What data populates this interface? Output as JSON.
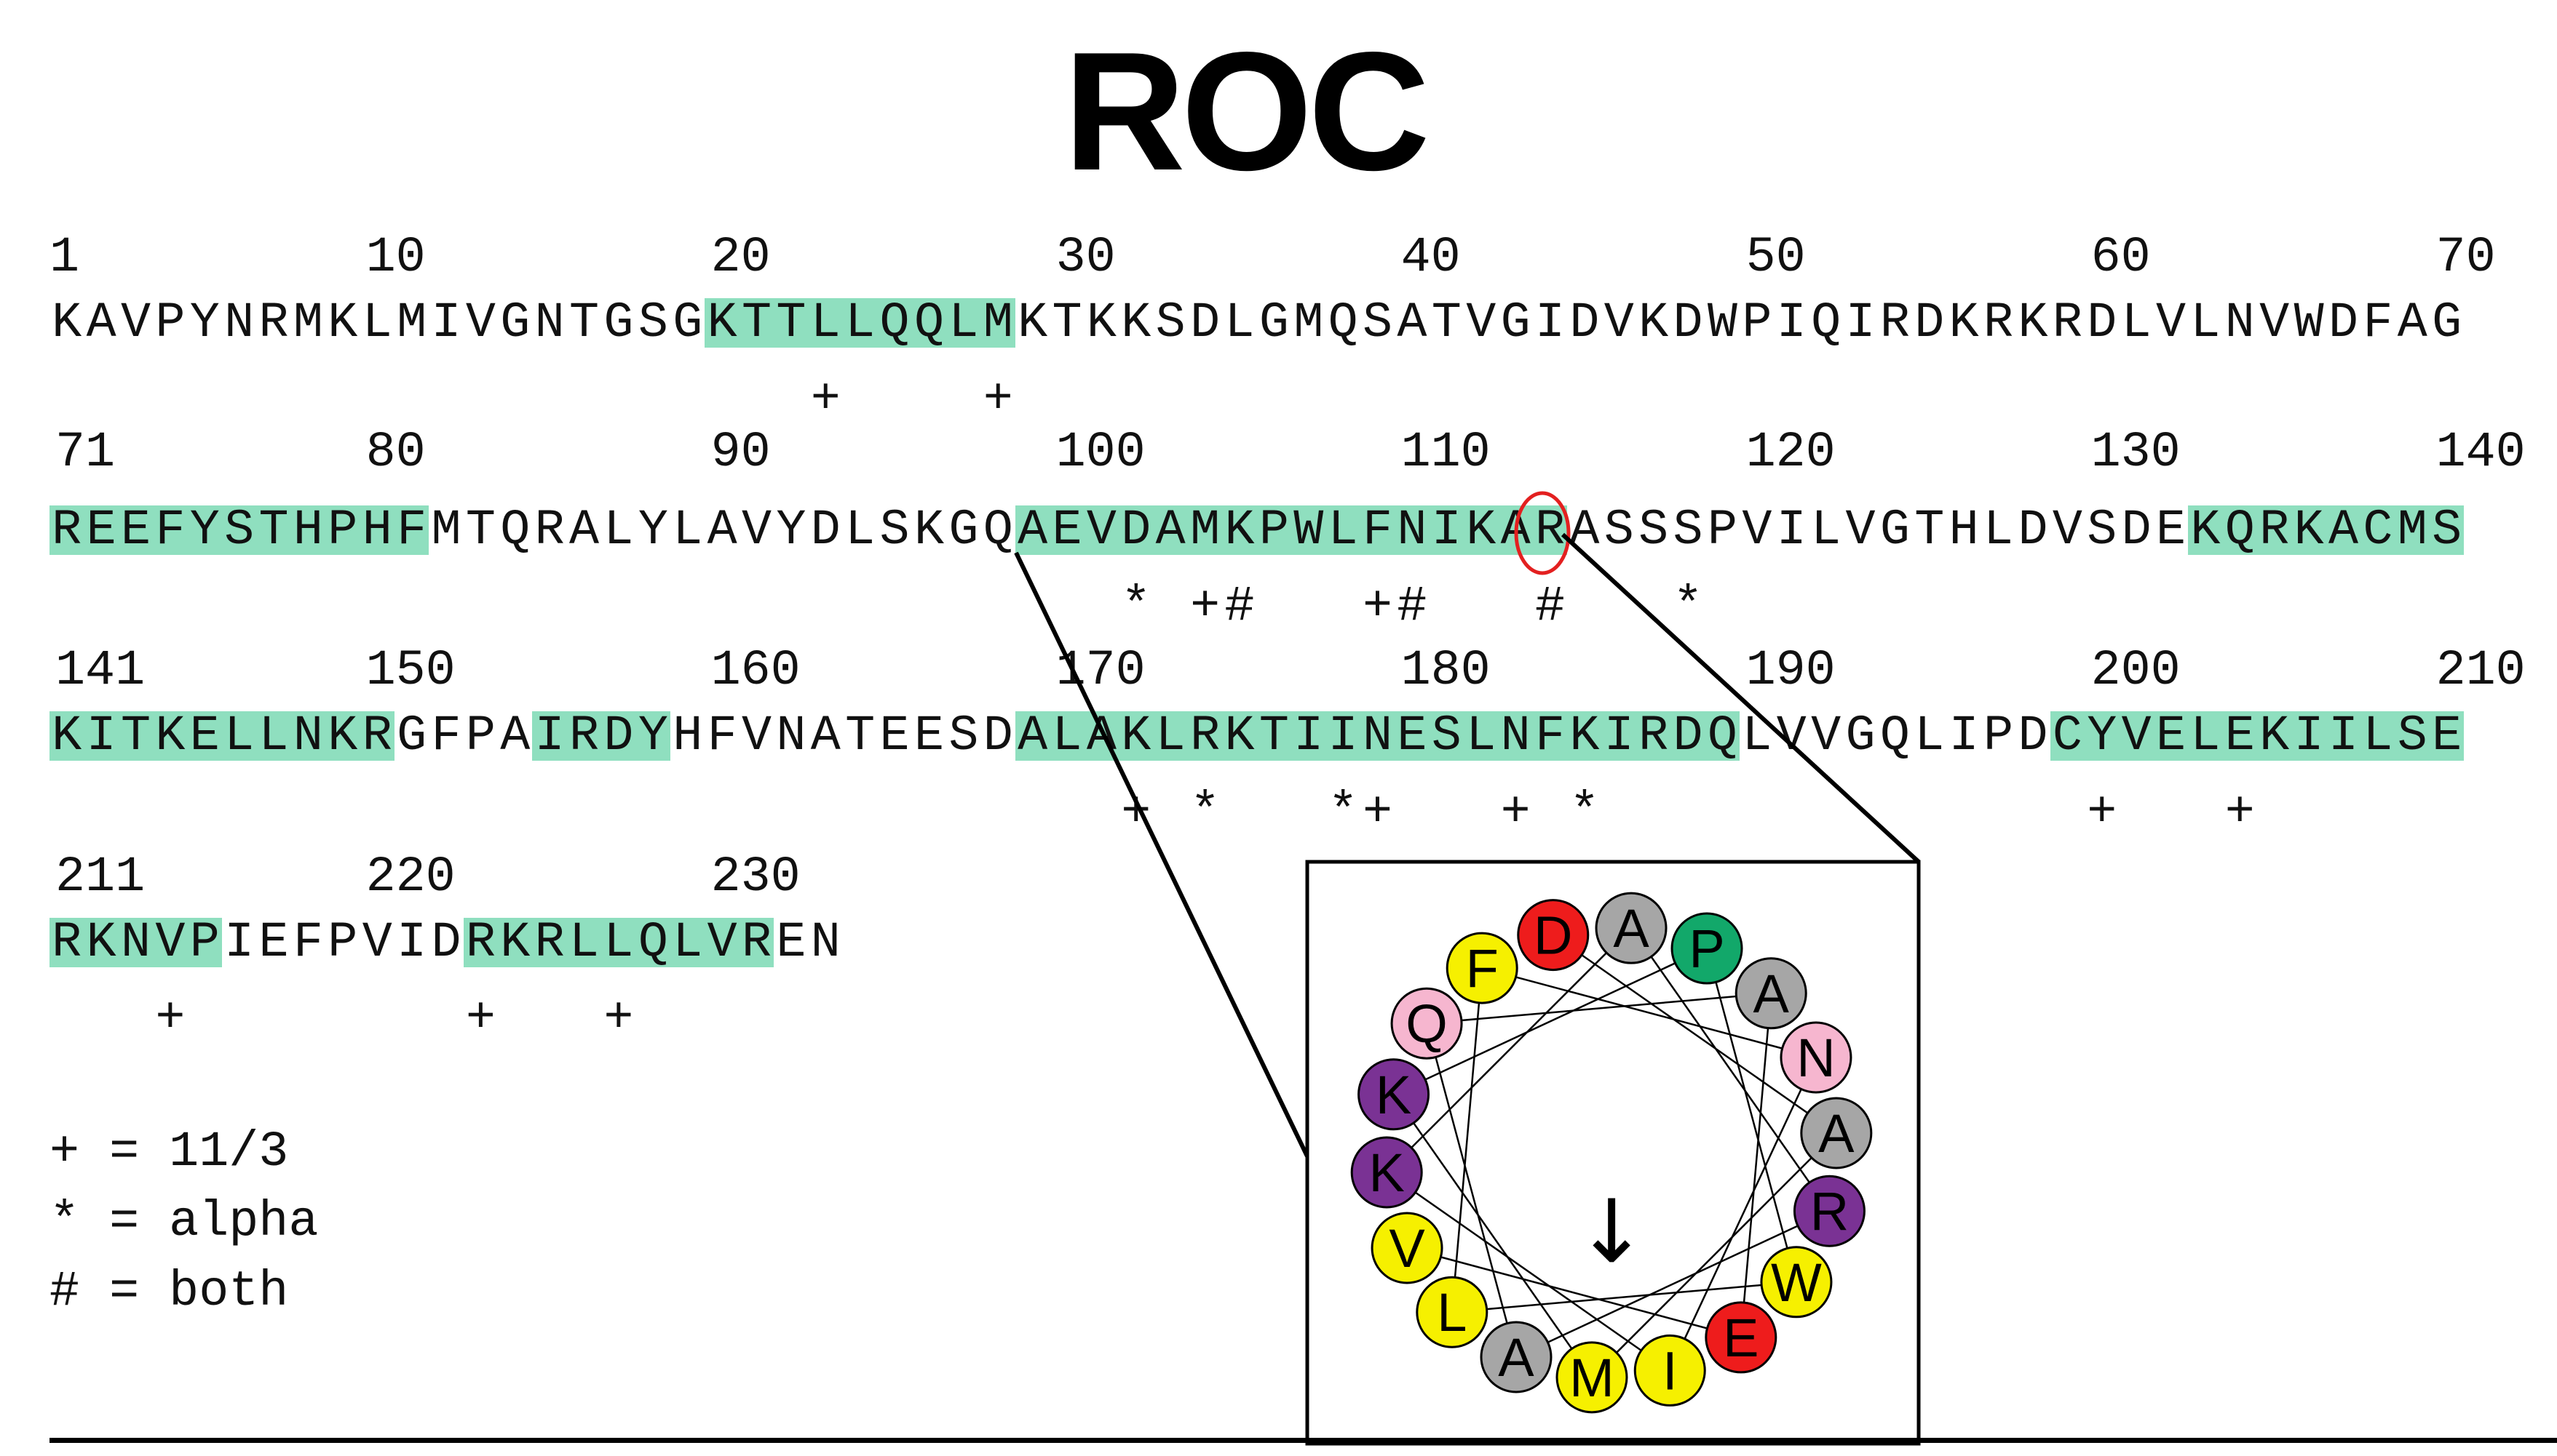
{
  "title": "ROC",
  "rows": [
    {
      "numbers": [
        {
          "label": "1",
          "col": 0
        },
        {
          "label": "10",
          "col": 9
        },
        {
          "label": "20",
          "col": 19
        },
        {
          "label": "30",
          "col": 29
        },
        {
          "label": "40",
          "col": 39
        },
        {
          "label": "50",
          "col": 49
        },
        {
          "label": "60",
          "col": 59
        },
        {
          "label": "70",
          "col": 69
        }
      ],
      "sequence": "KAVPYNRMKLMIVGNTGSGKTTLLQQLMKTKKSDLGMQSATVGIDVKDWPIQIRDKRKRDLVLNVWDFAG",
      "highlights": [
        [
          19,
          27
        ]
      ],
      "marks": "                      +    +                                          "
    },
    {
      "numbers": [
        {
          "label": "71",
          "col": 0
        },
        {
          "label": "80",
          "col": 9
        },
        {
          "label": "90",
          "col": 19
        },
        {
          "label": "100",
          "col": 29
        },
        {
          "label": "110",
          "col": 39
        },
        {
          "label": "120",
          "col": 49
        },
        {
          "label": "130",
          "col": 59
        },
        {
          "label": "140",
          "col": 69
        }
      ],
      "sequence": "REEFYSTHPHFMTQRALYLAVYDLSKGQAEVDAMKPWLFNIKARASSSPVILVGTHLDVSDEKQRKACMS",
      "highlights": [
        [
          0,
          10
        ],
        [
          28,
          43
        ],
        [
          62,
          69
        ]
      ],
      "marks": "                               * +#   +#   #   *                      "
    },
    {
      "numbers": [
        {
          "label": "141",
          "col": 0
        },
        {
          "label": "150",
          "col": 9
        },
        {
          "label": "160",
          "col": 19
        },
        {
          "label": "170",
          "col": 29
        },
        {
          "label": "180",
          "col": 39
        },
        {
          "label": "190",
          "col": 49
        },
        {
          "label": "200",
          "col": 59
        },
        {
          "label": "210",
          "col": 69
        }
      ],
      "sequence": "KITKELLNKRGFPAIRDYHFVNATEESDALAKLRKTIINESLNFKIRDQLVVGQLIPDCYVELEKIILSE",
      "highlights": [
        [
          0,
          9
        ],
        [
          14,
          17
        ],
        [
          28,
          48
        ],
        [
          58,
          69
        ]
      ],
      "marks": "                               + *   *+   + *              +   +      "
    },
    {
      "numbers": [
        {
          "label": "211",
          "col": 0
        },
        {
          "label": "220",
          "col": 9
        },
        {
          "label": "230",
          "col": 19
        }
      ],
      "sequence": "RKNVPIEFPVIDRKRLLQLVREN",
      "highlights": [
        [
          0,
          4
        ],
        [
          12,
          20
        ]
      ],
      "marks": "   +        +   +      "
    }
  ],
  "legend": [
    {
      "symbol": "+",
      "text": "+ = 11/3"
    },
    {
      "symbol": "*",
      "text": "* = alpha"
    },
    {
      "symbol": "#",
      "text": "# = both"
    }
  ],
  "helical_wheel": {
    "arrow": "↓",
    "residues": [
      {
        "letter": "D",
        "color": "#ee1c1c"
      },
      {
        "letter": "A",
        "color": "#a6a6a6"
      },
      {
        "letter": "P",
        "color": "#12a86a"
      },
      {
        "letter": "A",
        "color": "#a6a6a6"
      },
      {
        "letter": "N",
        "color": "#f6b6cf"
      },
      {
        "letter": "A",
        "color": "#a6a6a6"
      },
      {
        "letter": "R",
        "color": "#7a3294"
      },
      {
        "letter": "W",
        "color": "#f6f000"
      },
      {
        "letter": "E",
        "color": "#ee1c1c"
      },
      {
        "letter": "I",
        "color": "#f6f000"
      },
      {
        "letter": "M",
        "color": "#f6f000"
      },
      {
        "letter": "A",
        "color": "#a6a6a6"
      },
      {
        "letter": "L",
        "color": "#f6f000"
      },
      {
        "letter": "V",
        "color": "#f6f000"
      },
      {
        "letter": "K",
        "color": "#7a3294"
      },
      {
        "letter": "K",
        "color": "#7a3294"
      },
      {
        "letter": "Q",
        "color": "#f6b6cf"
      },
      {
        "letter": "F",
        "color": "#f6f000"
      }
    ]
  }
}
